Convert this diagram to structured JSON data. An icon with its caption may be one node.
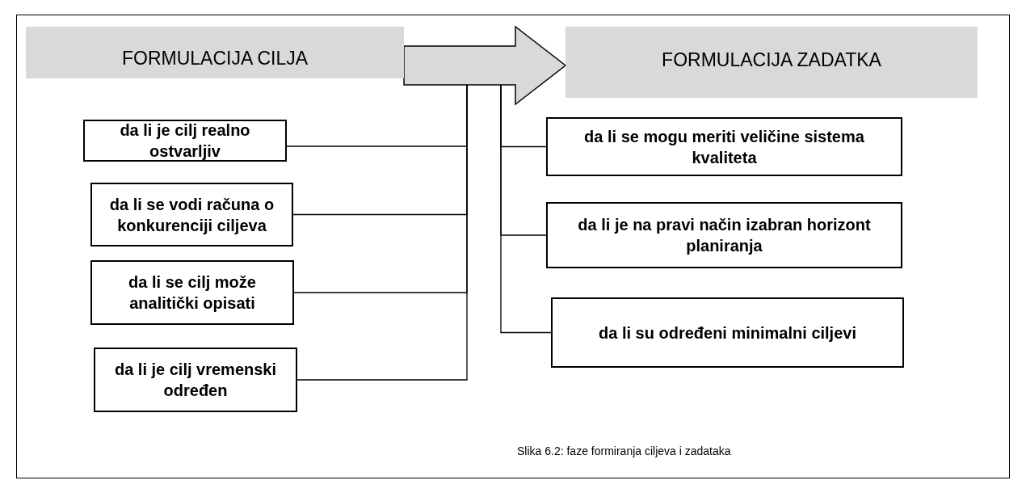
{
  "diagram": {
    "caption": "Slika 6.2: faze formiranja ciljeva i zadataka",
    "nodes": [
      {
        "text": [
          "FORMULACIJA CILJA"
        ]
      },
      {
        "text": [
          "FORMULACIJA ZADATKA"
        ]
      },
      {
        "text": [
          "da li je cilj realno ostvarljiv"
        ]
      },
      {
        "text": [
          "da li se vodi računa o konkurenciji ciljeva"
        ]
      },
      {
        "text": [
          "da li se cilj može analitički opisati"
        ]
      },
      {
        "text": [
          "da li je cilj vremenski određen"
        ]
      },
      {
        "text": [
          "da li se mogu meriti veličine sistema kvaliteta"
        ]
      },
      {
        "text": [
          "da li je na pravi način izabran horizont planiranja"
        ]
      },
      {
        "text": [
          "da li su određeni minimalni ciljevi"
        ]
      }
    ],
    "edges": [
      {
        "from": 0,
        "to": 1,
        "arrow": "to",
        "style": "thick"
      },
      {
        "from": 2,
        "to": null,
        "arrow": "none"
      },
      {
        "from": 3,
        "to": null,
        "arrow": "none"
      },
      {
        "from": 4,
        "to": null,
        "arrow": "none"
      },
      {
        "from": 5,
        "to": null,
        "arrow": "none"
      },
      {
        "from": null,
        "to": 6,
        "arrow": "none"
      },
      {
        "from": null,
        "to": 7,
        "arrow": "none"
      },
      {
        "from": null,
        "to": 8,
        "arrow": "none"
      }
    ]
  }
}
